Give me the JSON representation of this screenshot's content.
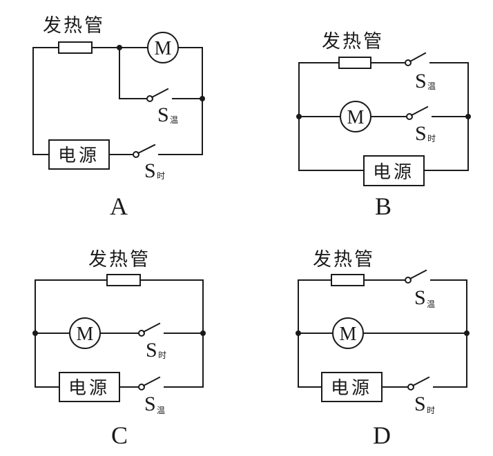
{
  "labels": {
    "heater": "发热管",
    "power": "电源",
    "motor": "M",
    "switch_letter": "S",
    "temp_switch_sub": "温",
    "timer_switch_sub": "时"
  },
  "options": [
    {
      "letter": "A",
      "description": "Heater in series with motor; S温 in parallel with motor; S时 in series with power source"
    },
    {
      "letter": "B",
      "description": "Heater + S温 branch parallel to motor + S时 branch, both across power source"
    },
    {
      "letter": "C",
      "description": "Heater branch parallel to motor + S时 branch; S温 in series with power source"
    },
    {
      "letter": "D",
      "description": "Heater + S温 branch parallel to motor branch; S时 in series with power source"
    }
  ],
  "colors": {
    "ink": "#1a1a1a",
    "background": "#ffffff"
  }
}
